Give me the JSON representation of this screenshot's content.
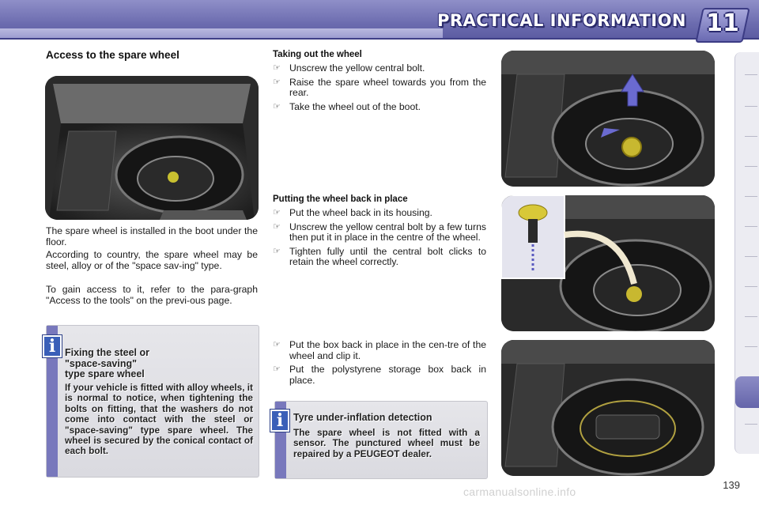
{
  "header": {
    "title": "PRACTICAL INFORMATION",
    "chapter_number": "11"
  },
  "left": {
    "title": "Access to the spare wheel",
    "paragraphs": [
      "The spare wheel is installed in the boot under the floor.",
      "According to country, the spare wheel may be steel, alloy or of the \"space sav-ing\" type.",
      "To gain access to it, refer to the para-graph \"Access to the tools\" on the previ-ous page."
    ]
  },
  "info_left": {
    "icon": "info-icon",
    "title_lines": [
      "Fixing the steel or",
      "\"space-saving\"",
      "type spare wheel"
    ],
    "body": "If your vehicle is fitted with alloy wheels, it is normal to notice, when tightening the bolts on fitting, that the washers do not come into contact with the steel or \"space-saving\" type spare wheel. The wheel is secured by the conical contact of each bolt."
  },
  "taking_out": {
    "title": "Taking out the wheel",
    "bullets": [
      "Unscrew the yellow central bolt.",
      "Raise the spare wheel towards you from the rear.",
      "Take the wheel out of the boot."
    ]
  },
  "putting_back": {
    "title": "Putting the wheel back in place",
    "bullets": [
      "Put the wheel back in its housing.",
      "Unscrew the yellow central bolt by a few turns then put it in place in the centre of the wheel.",
      "Tighten fully until the central bolt clicks to retain the wheel correctly."
    ]
  },
  "box_steps": {
    "bullets": [
      "Put the box back in place in the cen-tre of the wheel and clip it.",
      "Put the polystyrene storage box back in place."
    ]
  },
  "info_right": {
    "icon": "info-icon",
    "title": "Tyre under-inflation detection",
    "body": "The spare wheel is not fitted with a sensor. The punctured wheel must be repaired by a PEUGEOT dealer."
  },
  "page_number": "139",
  "watermark": "carmanualsonline.info",
  "colors": {
    "header": "#6d6db0",
    "accent": "#7878bc",
    "info_icon": "#3a5fb8"
  }
}
